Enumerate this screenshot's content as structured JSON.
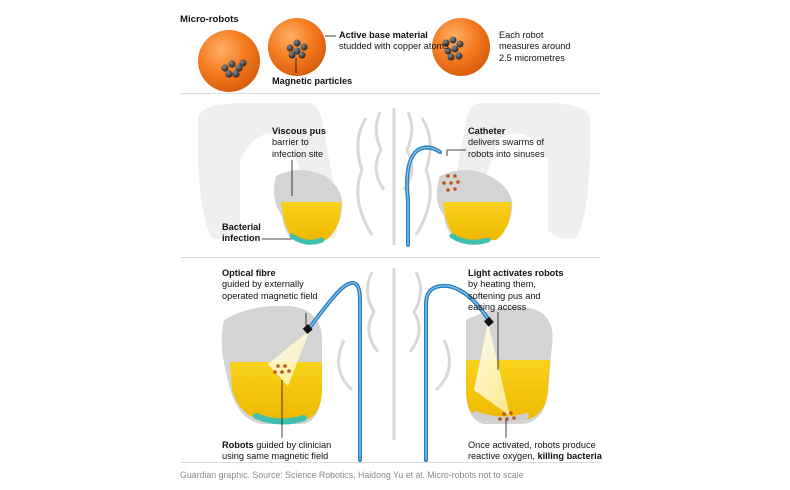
{
  "header": {
    "title": "Micro-robots"
  },
  "top": {
    "base_bold": "Active base material",
    "base_rest": " studded with copper atoms",
    "magnetic": "Magnetic particles",
    "size_text": "Each robot measures around 2.5 micrometres"
  },
  "middle": {
    "pus_title": "Viscous pus",
    "pus_text": "barrier to infection site",
    "infection": "Bacterial infection",
    "catheter_title": "Catheter",
    "catheter_text": "delivers swarms of robots into sinuses"
  },
  "bottom": {
    "fibre_title": "Optical fibre",
    "fibre_text": "guided by externally operated magnetic field",
    "light_title": "Light activates robots",
    "light_text": "by heating them, softening pus and easing access",
    "guided_bold": "Robots",
    "guided_rest": " guided by clinician using same magnetic field",
    "activated_rest": "Once activated, robots produce reactive oxygen, ",
    "activated_bold": "killing bacteria"
  },
  "footer": {
    "source": "Guardian graphic. Source: Science Robotics, Haidong Yu et al. Micro-robots not to scale"
  },
  "colors": {
    "robot_orange": "#f47b20",
    "pus_yellow": "#f5c400",
    "infection_teal": "#3fbfae",
    "catheter_blue": "#2a7fc1",
    "bone_grey": "#d6d6d6"
  }
}
